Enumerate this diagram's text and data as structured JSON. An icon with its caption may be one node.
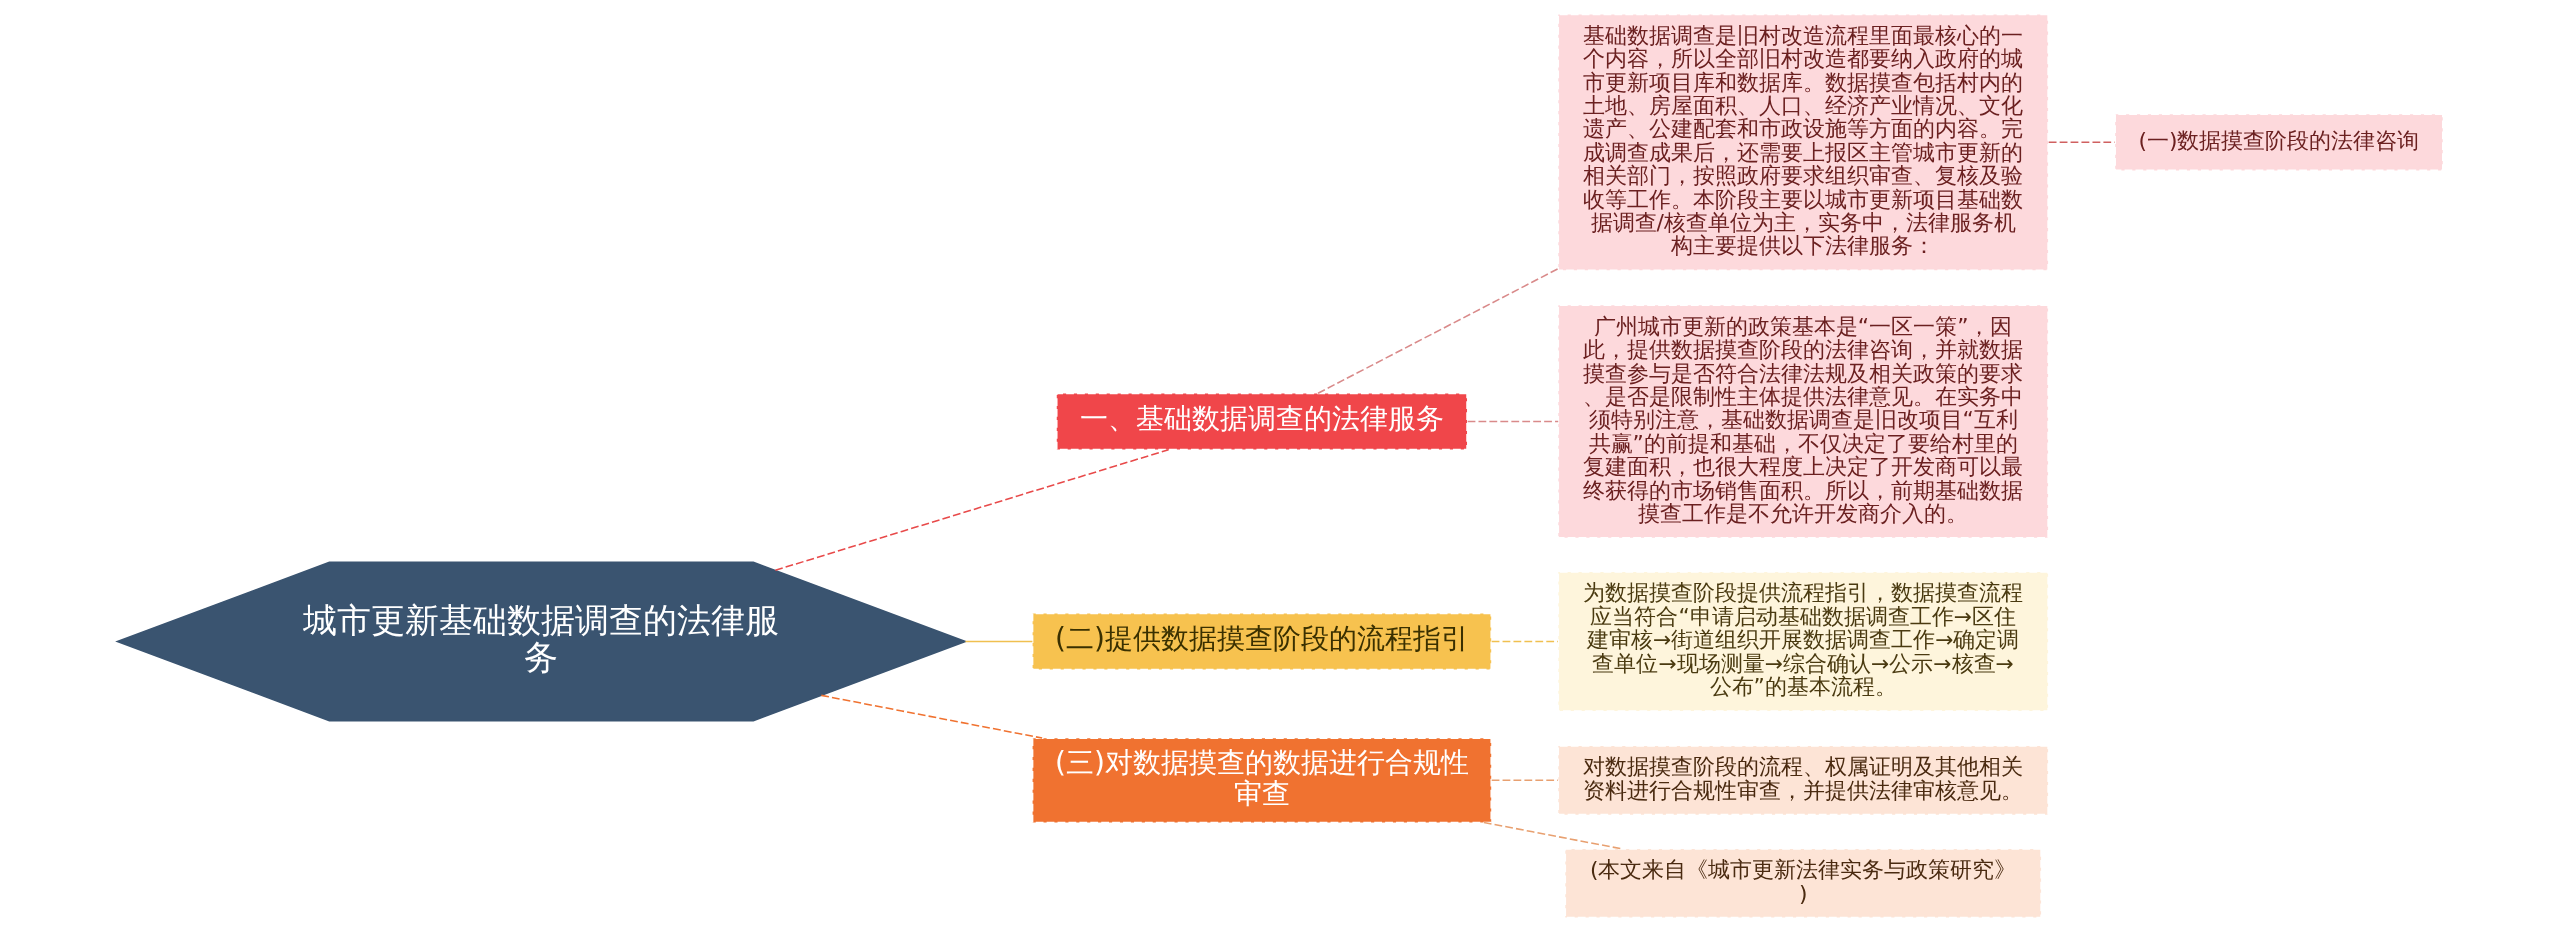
{
  "diagram": {
    "nodes": [
      {
        "text": [
          "城市更新基础数据调查的法律服务"
        ]
      },
      {
        "text": [
          "一、基础数据调查的法律服务"
        ]
      },
      {
        "text": [
          "基础数据调查是旧村改造流程里面最核心的一个内容，所以全部旧村改造都要纳入政府的城市更新项目库和数据库。数据摸查包括村内的土地、房屋面积、人口、经济产业情况、文化遗产、公建配套和市政设施等方面的内容。完成调查成果后，还需要上报区主管城市更新的相关部门，按照政府要求组织审查、复核及验收等工作。本阶段主要以城市更新项目基础数据调查/核查单位为主，实务中，法律服务机构主要提供以下法律服务："
        ]
      },
      {
        "text": [
          "(一)数据摸查阶段的法律咨询"
        ]
      },
      {
        "text": [
          "广州城市更新的政策基本是“一区一策”，因此，提供数据摸查阶段的法律咨询，并就数据摸查参与是否符合法律法规及相关政策的要求、是否是限制性主体提供法律意见。在实务中须特别注意，基础数据调查是旧改项目“互利共赢”的前提和基础，不仅决定了要给村里的复建面积，也很大程度上决定了开发商可以最终获得的市场销售面积。所以，前期基础数据摸查工作是不允许开发商介入的。"
        ]
      },
      {
        "text": [
          "(二)提供数据摸查阶段的流程指引"
        ]
      },
      {
        "text": [
          "为数据摸查阶段提供流程指引，数据摸查流程应当符合“申请启动基础数据调查工作→区住建审核→街道组织开展数据调查工作→确定调查单位→现场测量→综合确认→公示→核查→公布”的基本流程。"
        ]
      },
      {
        "text": [
          "(三)对数据摸查的数据进行合规性审查"
        ]
      },
      {
        "text": [
          "对数据摸查阶段的流程、权属证明及其他相关资料进行合规性审查，并提供法律审核意见。"
        ]
      },
      {
        "text": [
          "(本文来自《城市更新法律实务与政策研究》)"
        ]
      }
    ],
    "edges": [
      {
        "from": 0,
        "to": 1,
        "arrow": "none",
        "style": "dashed",
        "color": "#e84a4a"
      },
      {
        "from": 1,
        "to": 2,
        "arrow": "none",
        "style": "dashed",
        "color": "#d98a8a"
      },
      {
        "from": 2,
        "to": 3,
        "arrow": "none",
        "style": "dashed",
        "color": "#d06060"
      },
      {
        "from": 1,
        "to": 4,
        "arrow": "none",
        "style": "dashed",
        "color": "#d98a8a"
      },
      {
        "from": 0,
        "to": 5,
        "arrow": "none",
        "color": "#f0c050"
      },
      {
        "from": 5,
        "to": 6,
        "arrow": "none",
        "style": "dashed",
        "color": "#f0c050"
      },
      {
        "from": 0,
        "to": 7,
        "arrow": "none",
        "style": "dashed",
        "color": "#f07230"
      },
      {
        "from": 7,
        "to": 8,
        "arrow": "none",
        "style": "dashed",
        "color": "#e8a070"
      },
      {
        "from": 7,
        "to": 9,
        "arrow": "none",
        "style": "dashed",
        "color": "#e8a070"
      }
    ]
  }
}
